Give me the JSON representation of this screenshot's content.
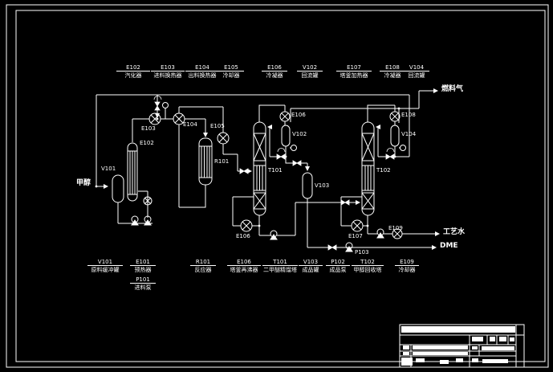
{
  "drawing": {
    "type": "process-flow-diagram",
    "colors": {
      "background": "#000000",
      "line": "#ffffff"
    },
    "streams": {
      "methanol": "甲醇",
      "fuel_gas": "燃料气",
      "process_water": "工艺水",
      "dme": "DME"
    },
    "legend_top": [
      {
        "tag": "E102",
        "name": "汽化器"
      },
      {
        "tag": "E103",
        "name": "进料换热器"
      },
      {
        "tag": "E104",
        "name": "出料换热器"
      },
      {
        "tag": "E105",
        "name": "冷却器"
      },
      {
        "tag": "E106",
        "name": "冷凝器"
      },
      {
        "tag": "V102",
        "name": "回流罐"
      },
      {
        "tag": "E107",
        "name": "塔釜加热器"
      },
      {
        "tag": "E108",
        "name": "冷凝器"
      },
      {
        "tag": "V104",
        "name": "回流罐"
      }
    ],
    "legend_bottom": [
      {
        "tag": "V101",
        "name": "原料缓冲罐"
      },
      {
        "tag": "E101",
        "name": "预热器"
      },
      {
        "tag": "P101",
        "name": "进料泵"
      },
      {
        "tag": "R101",
        "name": "反应器"
      },
      {
        "tag": "E106",
        "name": "塔釜再沸器"
      },
      {
        "tag": "T101",
        "name": "二甲醚精馏塔"
      },
      {
        "tag": "V103",
        "name": "成品罐"
      },
      {
        "tag": "P102",
        "name": "成品泵"
      },
      {
        "tag": "T102",
        "name": "甲醇回收塔"
      },
      {
        "tag": "E109",
        "name": "冷却器"
      }
    ],
    "canvas_tags": {
      "v101": "V101",
      "e102": "E102",
      "e103": "E103",
      "e104": "E104",
      "e105": "E105",
      "r101": "R101",
      "t101": "T101",
      "e106_condenser": "E106",
      "v102": "V102",
      "v103": "V103",
      "e106_reboiler": "E106",
      "p103": "P103",
      "t102": "T102",
      "e108": "E108",
      "v104": "V104",
      "e107": "E107",
      "e109": "E109"
    }
  }
}
